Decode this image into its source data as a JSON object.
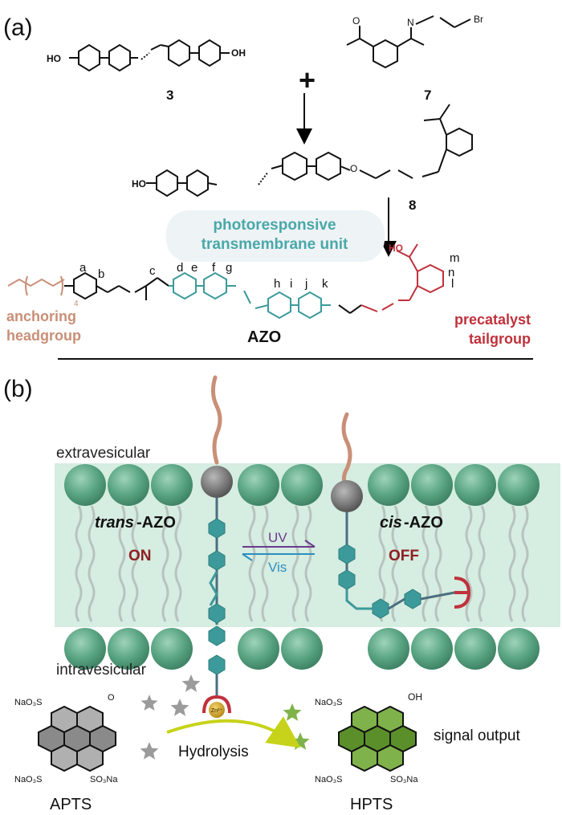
{
  "panel_a": {
    "label": "(a)",
    "compound3": {
      "number": "3",
      "ho_left": "HO",
      "oh_right": "OH"
    },
    "plus": "+",
    "compound7": {
      "number": "7",
      "br": "Br",
      "o": "O",
      "n": "N"
    },
    "compound8": {
      "number": "8",
      "ho": "HO",
      "o": "O"
    },
    "unit_label_line1": "photoresponsive",
    "unit_label_line2": "transmembrane unit",
    "azo": {
      "letters": [
        "a",
        "b",
        "c",
        "d",
        "e",
        "f",
        "g",
        "h",
        "i",
        "j",
        "k",
        "l",
        "m",
        "n"
      ],
      "subscript_4": "4",
      "ho": "HO",
      "anchoring_line1": "anchoring",
      "anchoring_line2": "headgroup",
      "name": "AZO",
      "precatalyst_line1": "precatalyst",
      "precatalyst_line2": "tailgroup"
    }
  },
  "panel_b": {
    "label": "(b)",
    "extravesicular": "extravesicular",
    "intravesicular": "intravesicular",
    "trans_prefix": "trans",
    "cis_prefix": "cis",
    "azo_suffix": "-AZO",
    "on": "ON",
    "off": "OFF",
    "uv": "UV",
    "vis": "Vis",
    "zn": "Zn²⁺",
    "hydrolysis": "Hydrolysis",
    "signal_output": "signal output",
    "apts": {
      "name": "APTS",
      "so3_top": "NaO₃S",
      "so3_bl": "NaO₃S",
      "so3_br": "SO₃Na"
    },
    "hpts": {
      "name": "HPTS",
      "oh": "OH",
      "so3_top": "NaO₃S",
      "so3_bl": "NaO₃S",
      "so3_br": "SO₃Na"
    }
  },
  "colors": {
    "membrane": "#d6ede1",
    "bead": "#5aa583",
    "teal": "#3c9a9a",
    "tan": "#c98f77",
    "red": "#c0313b",
    "dark_red": "#8f1f22",
    "uv_purple": "#6b3b8c",
    "vis_blue": "#2b8fc0",
    "hpts_green": "#6aa83b",
    "star_grey": "#9b9b9b",
    "star_green": "#7fb24a",
    "arrow_yellow": "#c6d31a"
  }
}
